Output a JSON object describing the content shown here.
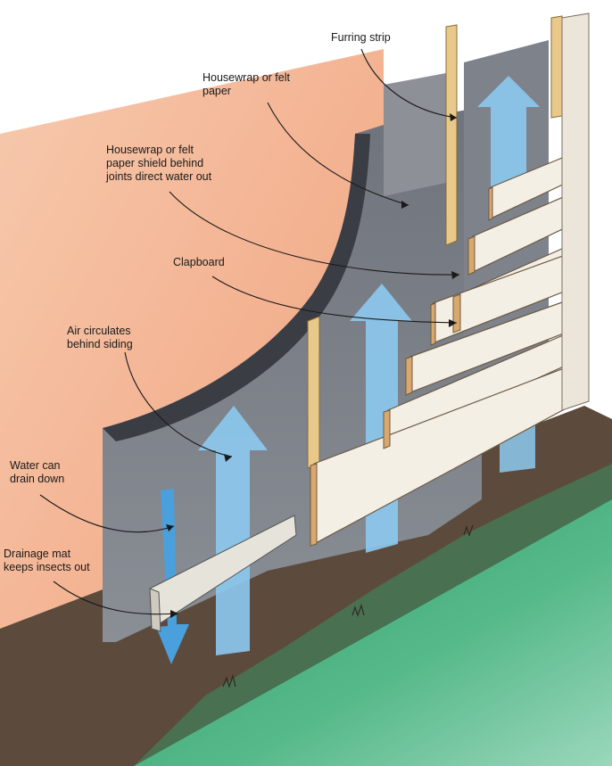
{
  "labels": {
    "furring_strip": "Furring strip",
    "housewrap": "Housewrap or felt\npaper",
    "shield": "Housewrap or felt\npaper  shield behind\njoints direct water out",
    "clapboard": "Clapboard",
    "air": "Air circulates\nbehind siding",
    "water": "Water can\ndrain down",
    "drainage_mat": "Drainage mat\nkeeps insects out"
  },
  "colors": {
    "wall_orange": "#f2b08f",
    "housewrap_gray": "#7a7e86",
    "ground_brown": "#5c4a3d",
    "grass_green": "#3fa877",
    "air_arrow_blue": "#8cc9ef",
    "clapboard_cream": "#f4efe4",
    "furring_wood": "#e8c98a"
  }
}
